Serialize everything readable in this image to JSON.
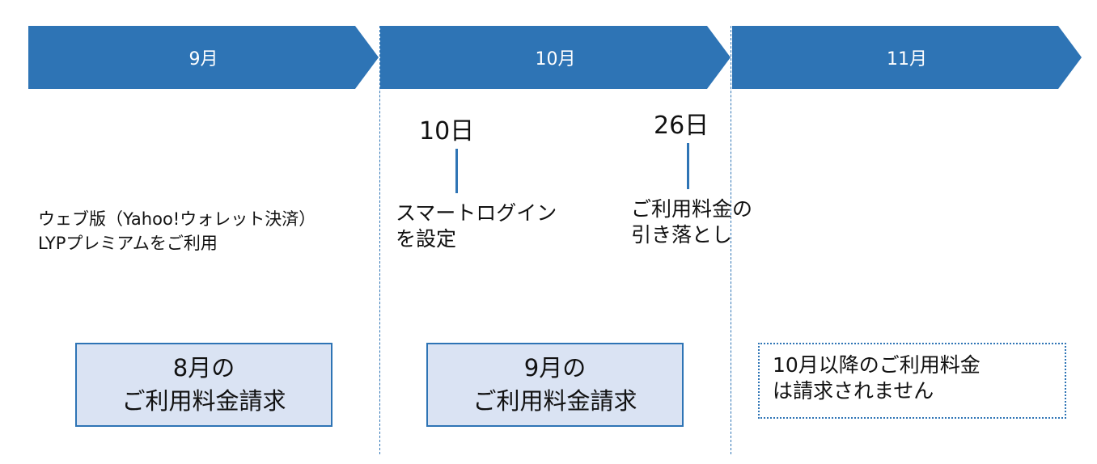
{
  "months": [
    {
      "label": "9月"
    },
    {
      "label": "10月"
    },
    {
      "label": "11月"
    }
  ],
  "events": {
    "sep_note": [
      "ウェブ版（Yahoo!ウォレット決済）",
      "LYPプレミアムをご利用"
    ],
    "oct_day10": {
      "day": "10日",
      "text": [
        "スマートログイン",
        "を設定"
      ]
    },
    "oct_day26": {
      "day": "26日",
      "text": [
        "ご利用料金の",
        "引き落とし"
      ]
    }
  },
  "boxes": {
    "sep": [
      "8月の",
      "ご利用料金請求"
    ],
    "oct": [
      "9月の",
      "ご利用料金請求"
    ],
    "nov": [
      "10月以降のご利用料金",
      "は請求されません"
    ]
  },
  "colors": {
    "accent": "#2e74b5",
    "box_fill": "#dae3f3"
  }
}
